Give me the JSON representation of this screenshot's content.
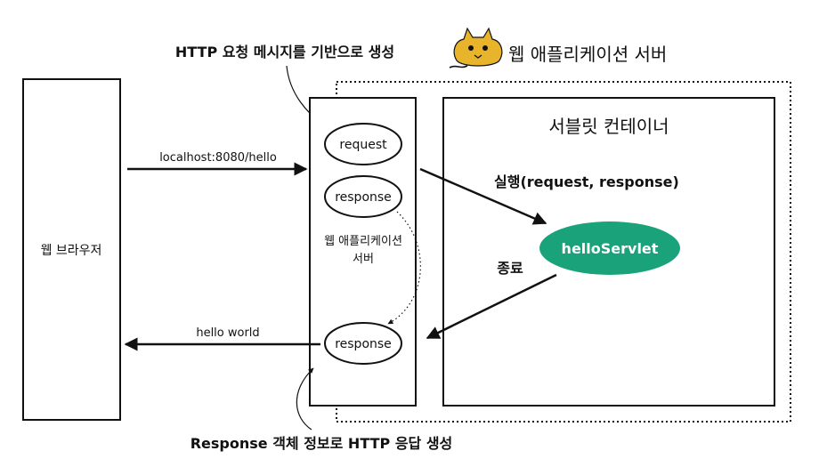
{
  "diagram": {
    "top_annotation": "HTTP 요청 메시지를 기반으로 생성",
    "bottom_annotation": "Response 객체 정보로 HTTP 응답 생성",
    "server_title": "웹 애플리케이션 서버",
    "browser_label": "웹 브라우저",
    "request_url": "localhost:8080/hello",
    "response_body": "hello world",
    "request_node": "request",
    "response_node": "response",
    "response_out_node": "response",
    "inner_server_label_1": "웹 애플리케이션",
    "inner_server_label_2": "서버",
    "container_title": "서블릿 컨테이너",
    "execute_label": "실행(request, response)",
    "servlet_label": "helloServlet",
    "end_label": "종료",
    "colors": {
      "servlet": "#1aa37a",
      "stroke": "#111111",
      "tomcat": "#e7b42c"
    },
    "icons": [
      "tomcat-logo-icon"
    ]
  }
}
